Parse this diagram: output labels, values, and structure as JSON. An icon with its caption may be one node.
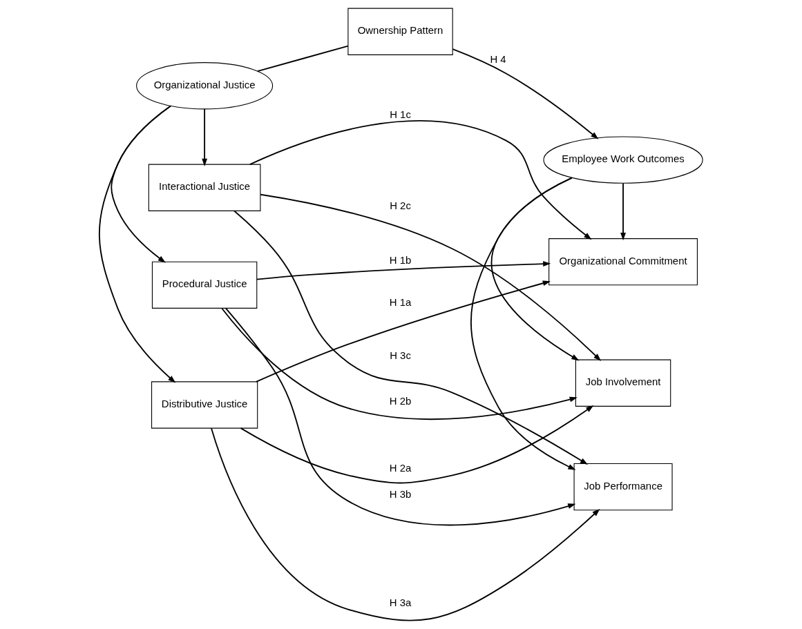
{
  "diagram": {
    "nodes": [
      {
        "text": [
          "Organizational Justice"
        ]
      },
      {
        "text": [
          "Ownership Pattern"
        ]
      },
      {
        "text": [
          "Employee Work Outcomes"
        ]
      },
      {
        "text": [
          "Distributive Justice"
        ]
      },
      {
        "text": [
          "Procedural Justice"
        ]
      },
      {
        "text": [
          "Interactional Justice"
        ]
      },
      {
        "text": [
          "Organizational Commitment"
        ]
      },
      {
        "text": [
          "Job Involvement"
        ]
      },
      {
        "text": [
          "Job Performance"
        ]
      }
    ],
    "edges": [
      {
        "from": 0,
        "to": 1,
        "arrow": "none"
      },
      {
        "from": 1,
        "to": 2,
        "arrow": "to",
        "label": "H 4"
      },
      {
        "from": 0,
        "to": 3,
        "arrow": "to"
      },
      {
        "from": 0,
        "to": 4,
        "arrow": "to"
      },
      {
        "from": 0,
        "to": 5,
        "arrow": "to"
      },
      {
        "from": 2,
        "to": 6,
        "arrow": "to"
      },
      {
        "from": 2,
        "to": 7,
        "arrow": "to"
      },
      {
        "from": 2,
        "to": 8,
        "arrow": "to"
      },
      {
        "from": 3,
        "to": 6,
        "arrow": "to",
        "label": "H 1a"
      },
      {
        "from": 3,
        "to": 7,
        "arrow": "to",
        "label": "H 2a"
      },
      {
        "from": 3,
        "to": 8,
        "arrow": "to",
        "label": "H 3a"
      },
      {
        "from": 4,
        "to": 6,
        "arrow": "to",
        "label": "H 1b"
      },
      {
        "from": 4,
        "to": 7,
        "arrow": "to",
        "label": "H 2b"
      },
      {
        "from": 4,
        "to": 8,
        "arrow": "to",
        "label": "H 3b"
      },
      {
        "from": 5,
        "to": 6,
        "arrow": "to",
        "label": "H 1c"
      },
      {
        "from": 5,
        "to": 7,
        "arrow": "to",
        "label": "H 2c"
      },
      {
        "from": 5,
        "to": 8,
        "arrow": "to",
        "label": "H 3c"
      }
    ]
  }
}
